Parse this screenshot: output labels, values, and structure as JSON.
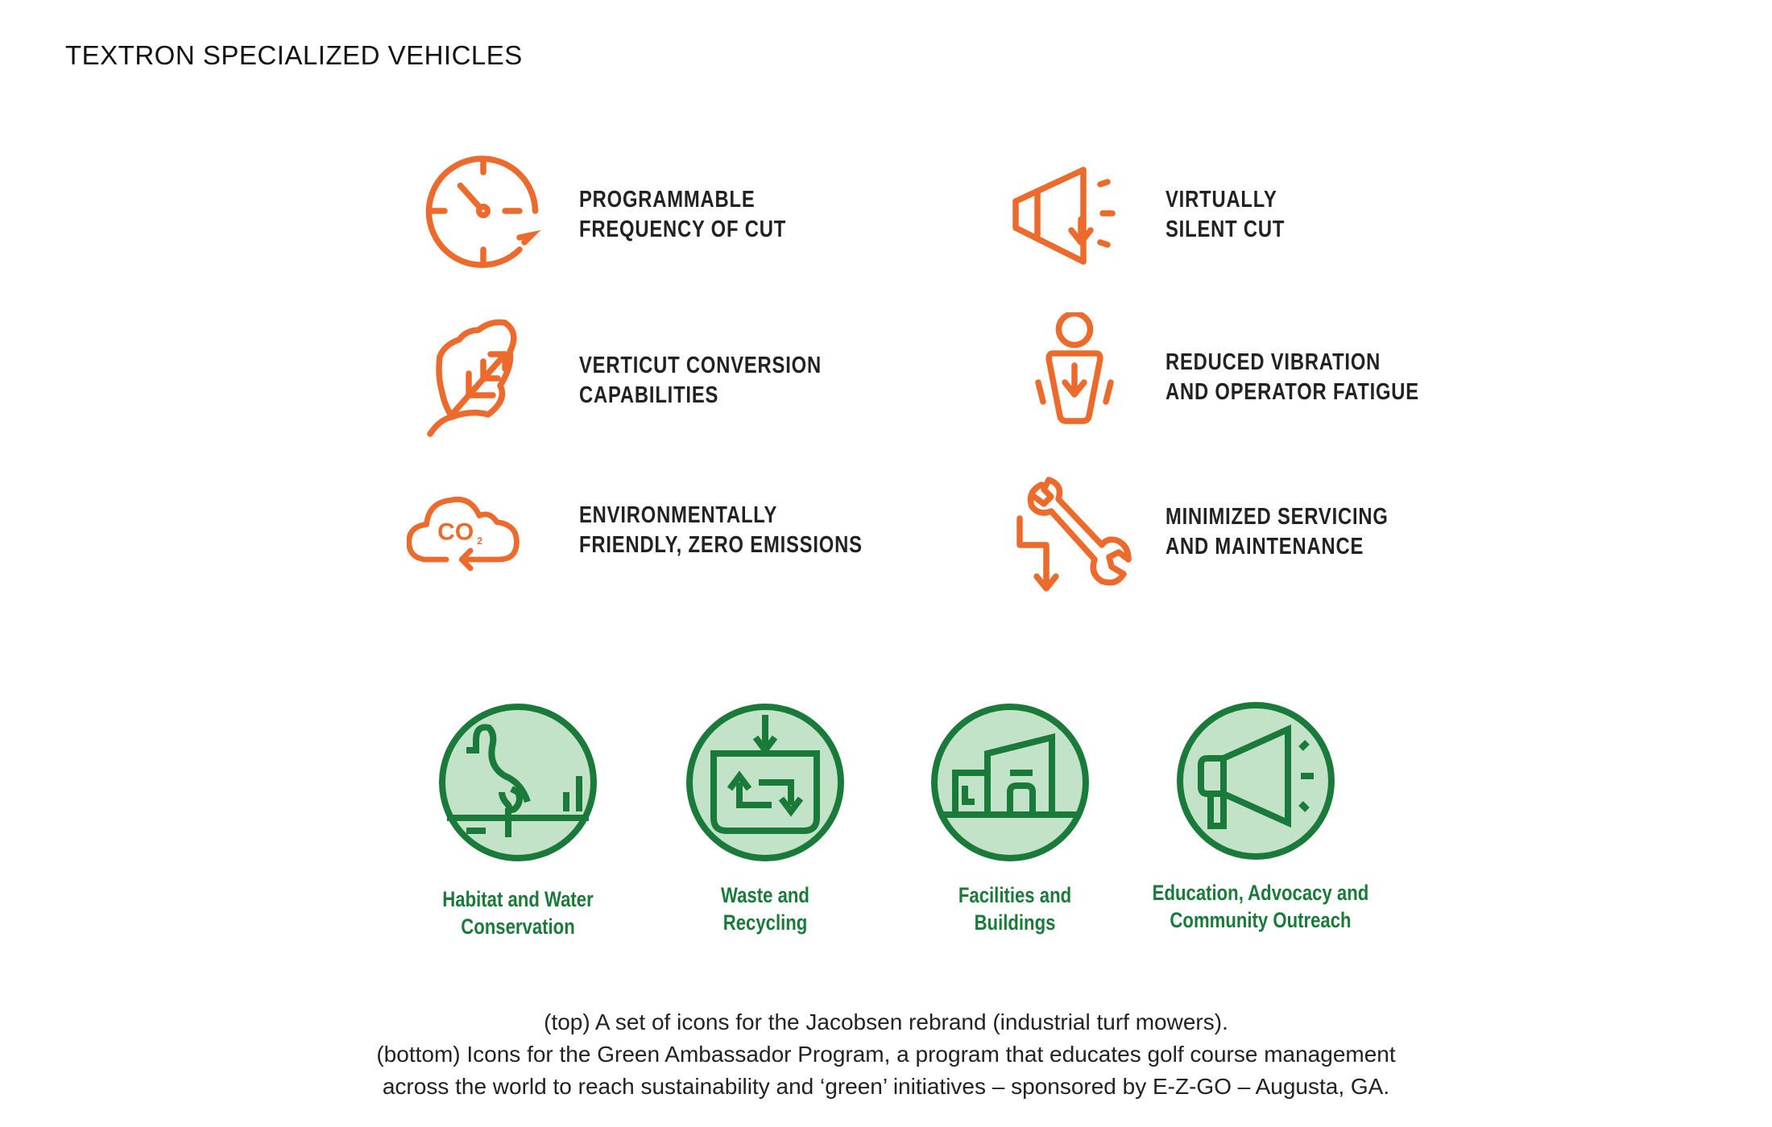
{
  "header": {
    "title": "TEXTRON SPECIALIZED VEHICLES"
  },
  "colors": {
    "orange": "#ec6a2c",
    "green": "#1a7a3a",
    "green_fill": "#c3e3c9"
  },
  "features": [
    {
      "icon": "clock-icon",
      "line1": "PROGRAMMABLE",
      "line2": "FREQUENCY OF CUT"
    },
    {
      "icon": "speaker-icon",
      "line1": "VIRTUALLY",
      "line2": "SILENT CUT"
    },
    {
      "icon": "leaf-icon",
      "line1": "VERTICUT CONVERSION",
      "line2": "CAPABILITIES"
    },
    {
      "icon": "person-icon",
      "line1": "REDUCED VIBRATION",
      "line2": "AND OPERATOR FATIGUE"
    },
    {
      "icon": "co2-cloud-icon",
      "line1": "ENVIRONMENTALLY",
      "line2": "FRIENDLY, ZERO EMISSIONS",
      "icon_text": "CO",
      "icon_sub": "2"
    },
    {
      "icon": "wrench-icon",
      "line1": "MINIMIZED SERVICING",
      "line2": "AND MAINTENANCE"
    }
  ],
  "programs": [
    {
      "icon": "bird-icon",
      "line1": "Habitat and Water",
      "line2": "Conservation"
    },
    {
      "icon": "recycle-icon",
      "line1": "Waste and",
      "line2": "Recycling"
    },
    {
      "icon": "buildings-icon",
      "line1": "Facilities and",
      "line2": "Buildings"
    },
    {
      "icon": "megaphone-icon",
      "line1": "Education, Advocacy and",
      "line2": "Community Outreach"
    }
  ],
  "caption": {
    "line1": "(top) A set of icons for the Jacobsen rebrand (industrial turf mowers).",
    "line2": "(bottom) Icons for the Green Ambassador Program, a program that educates golf course management",
    "line3": "across the world to reach sustainability and ‘green’ initiatives – sponsored by E-Z-GO – Augusta, GA."
  }
}
